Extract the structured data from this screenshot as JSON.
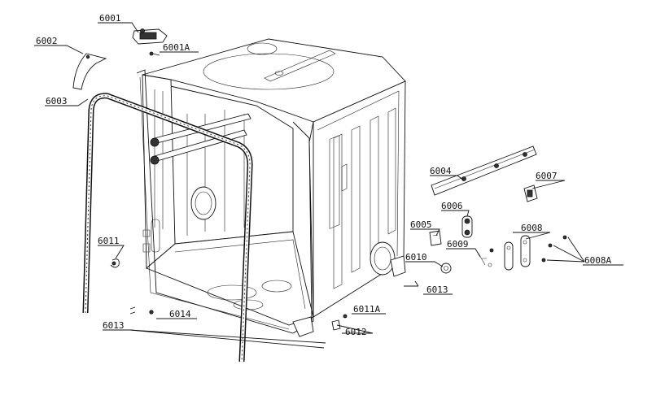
{
  "diagram": {
    "callouts": [
      {
        "id": "c6001",
        "label": "6001"
      },
      {
        "id": "c6001A",
        "label": "6001A"
      },
      {
        "id": "c6002",
        "label": "6002"
      },
      {
        "id": "c6003",
        "label": "6003"
      },
      {
        "id": "c6004",
        "label": "6004"
      },
      {
        "id": "c6005",
        "label": "6005"
      },
      {
        "id": "c6006",
        "label": "6006"
      },
      {
        "id": "c6007",
        "label": "6007"
      },
      {
        "id": "c6008",
        "label": "6008"
      },
      {
        "id": "c6008A",
        "label": "6008A"
      },
      {
        "id": "c6009",
        "label": "6009"
      },
      {
        "id": "c6010",
        "label": "6010"
      },
      {
        "id": "c6011",
        "label": "6011"
      },
      {
        "id": "c6011A",
        "label": "6011A"
      },
      {
        "id": "c6012",
        "label": "6012"
      },
      {
        "id": "c6013a",
        "label": "6013"
      },
      {
        "id": "c6013b",
        "label": "6013"
      },
      {
        "id": "c6014",
        "label": "6014"
      }
    ]
  }
}
